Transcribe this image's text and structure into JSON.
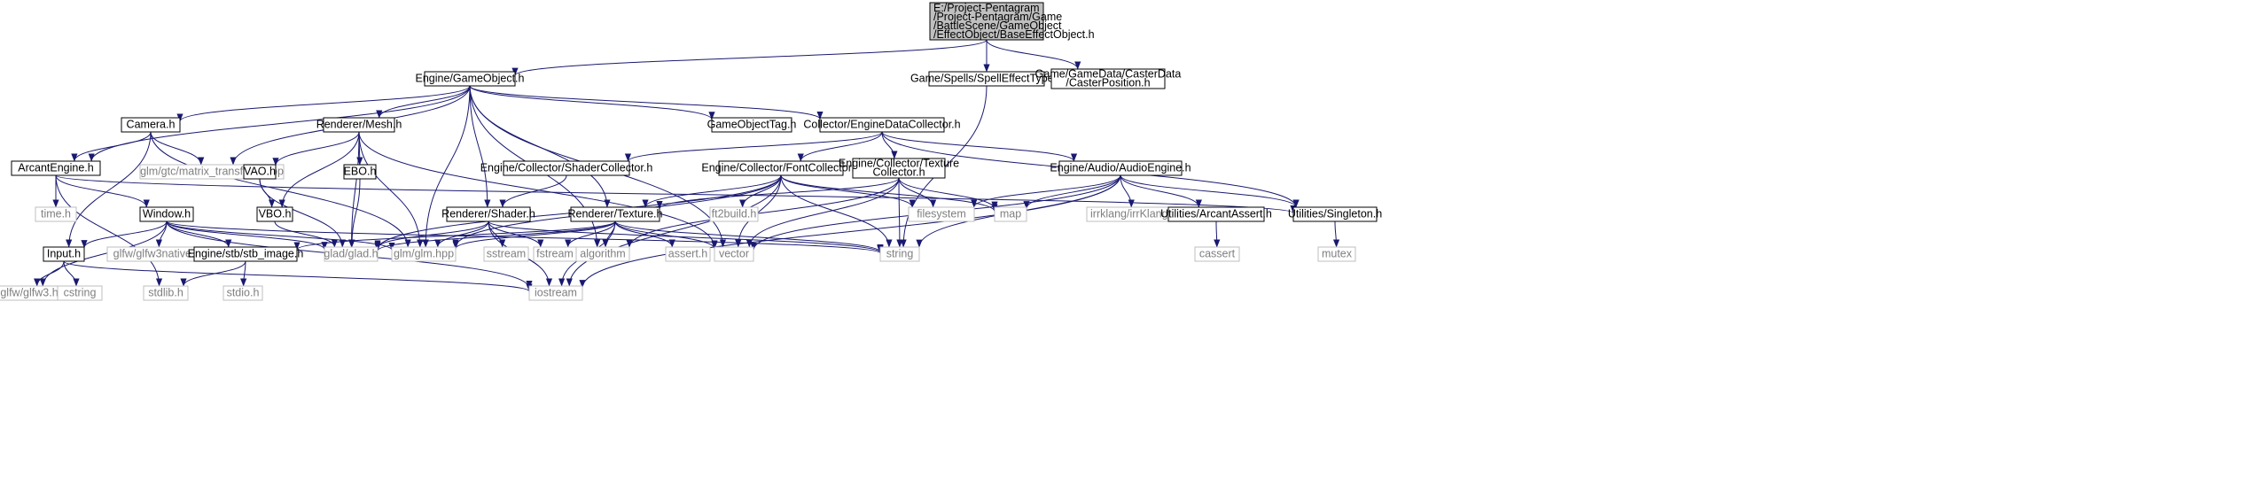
{
  "diagram": {
    "root_label": [
      "E:/Project-Pentagram",
      "/Project-Pentagram/Game",
      "/BattleScene/GameObject",
      "/EffectObject/BaseEffectObject.h"
    ],
    "colors": {
      "root_fill": "#bfbfbf",
      "root_stroke": "#000000",
      "linked_fill": "#ffffff",
      "linked_stroke": "#000000",
      "system_fill": "#ffffff",
      "system_stroke": "#bfbfbf",
      "system_text": "#7f7f7f",
      "text": "#000000",
      "edge": "#191970"
    },
    "nodes": [
      {
        "id": "root",
        "kind": "root",
        "lines": [
          "E:/Project-Pentagram",
          "/Project-Pentagram/Game",
          "/BattleScene/GameObject",
          "/EffectObject/BaseEffectObject.h"
        ]
      },
      {
        "id": "gameobject",
        "kind": "linked",
        "lines": [
          "Engine/GameObject.h"
        ]
      },
      {
        "id": "spelleffecttype",
        "kind": "linked",
        "lines": [
          "Game/Spells/SpellEffectType.h"
        ]
      },
      {
        "id": "casterposition",
        "kind": "linked",
        "lines": [
          "Game/GameData/CasterData",
          "/CasterPosition.h"
        ]
      },
      {
        "id": "camera",
        "kind": "linked",
        "lines": [
          "Camera.h"
        ]
      },
      {
        "id": "mesh",
        "kind": "linked",
        "lines": [
          "Renderer/Mesh.h"
        ]
      },
      {
        "id": "gameobjecttag",
        "kind": "linked",
        "lines": [
          "GameObjectTag.h"
        ]
      },
      {
        "id": "enginedatacollector",
        "kind": "linked",
        "lines": [
          "Collector/EngineDataCollector.h"
        ]
      },
      {
        "id": "arcantengine",
        "kind": "linked",
        "lines": [
          "ArcantEngine.h"
        ]
      },
      {
        "id": "matrixtransform",
        "kind": "system",
        "lines": [
          "glm/gtc/matrix_transform.hpp"
        ]
      },
      {
        "id": "vao",
        "kind": "linked",
        "lines": [
          "VAO.h"
        ]
      },
      {
        "id": "ebo",
        "kind": "linked",
        "lines": [
          "EBO.h"
        ]
      },
      {
        "id": "shadercollector",
        "kind": "linked",
        "lines": [
          "Engine/Collector/ShaderCollector.h"
        ]
      },
      {
        "id": "fontcollector",
        "kind": "linked",
        "lines": [
          "Engine/Collector/FontCollector.h"
        ]
      },
      {
        "id": "texturecollector",
        "kind": "linked",
        "lines": [
          "Engine/Collector/Texture",
          "Collector.h"
        ]
      },
      {
        "id": "audioengine",
        "kind": "linked",
        "lines": [
          "Engine/Audio/AudioEngine.h"
        ]
      },
      {
        "id": "timeh",
        "kind": "system",
        "lines": [
          "time.h"
        ]
      },
      {
        "id": "window",
        "kind": "linked",
        "lines": [
          "Window.h"
        ]
      },
      {
        "id": "vbo",
        "kind": "linked",
        "lines": [
          "VBO.h"
        ]
      },
      {
        "id": "shader",
        "kind": "linked",
        "lines": [
          "Renderer/Shader.h"
        ]
      },
      {
        "id": "texture",
        "kind": "linked",
        "lines": [
          "Renderer/Texture.h"
        ]
      },
      {
        "id": "ft2build",
        "kind": "system",
        "lines": [
          "ft2build.h"
        ]
      },
      {
        "id": "filesystem",
        "kind": "system",
        "lines": [
          "filesystem"
        ]
      },
      {
        "id": "map",
        "kind": "system",
        "lines": [
          "map"
        ]
      },
      {
        "id": "irrklang",
        "kind": "system",
        "lines": [
          "irrklang/irrKlang.h"
        ]
      },
      {
        "id": "arcantassert",
        "kind": "linked",
        "lines": [
          "Utilities/ArcantAssert.h"
        ]
      },
      {
        "id": "singleton",
        "kind": "linked",
        "lines": [
          "Utilities/Singleton.h"
        ]
      },
      {
        "id": "input",
        "kind": "linked",
        "lines": [
          "Input.h"
        ]
      },
      {
        "id": "glfw3native",
        "kind": "system",
        "lines": [
          "glfw/glfw3native.h"
        ]
      },
      {
        "id": "stbimage",
        "kind": "linked",
        "lines": [
          "Engine/stb/stb_image.h"
        ]
      },
      {
        "id": "gladh",
        "kind": "system",
        "lines": [
          "glad/glad.h"
        ]
      },
      {
        "id": "glmhpp",
        "kind": "system",
        "lines": [
          "glm/glm.hpp"
        ]
      },
      {
        "id": "sstream",
        "kind": "system",
        "lines": [
          "sstream"
        ]
      },
      {
        "id": "fstream",
        "kind": "system",
        "lines": [
          "fstream"
        ]
      },
      {
        "id": "algorithm",
        "kind": "system",
        "lines": [
          "algorithm"
        ]
      },
      {
        "id": "asserth",
        "kind": "system",
        "lines": [
          "assert.h"
        ]
      },
      {
        "id": "vector",
        "kind": "system",
        "lines": [
          "vector"
        ]
      },
      {
        "id": "string",
        "kind": "system",
        "lines": [
          "string"
        ]
      },
      {
        "id": "cassert",
        "kind": "system",
        "lines": [
          "cassert"
        ]
      },
      {
        "id": "mutex",
        "kind": "system",
        "lines": [
          "mutex"
        ]
      },
      {
        "id": "glfw3",
        "kind": "system",
        "lines": [
          "glfw/glfw3.h"
        ]
      },
      {
        "id": "cstring",
        "kind": "system",
        "lines": [
          "cstring"
        ]
      },
      {
        "id": "stdlib",
        "kind": "system",
        "lines": [
          "stdlib.h"
        ]
      },
      {
        "id": "stdio",
        "kind": "system",
        "lines": [
          "stdio.h"
        ]
      },
      {
        "id": "iostream",
        "kind": "system",
        "lines": [
          "iostream"
        ]
      }
    ],
    "edges": [
      [
        "root",
        "gameobject"
      ],
      [
        "root",
        "spelleffecttype"
      ],
      [
        "root",
        "casterposition"
      ],
      [
        "gameobject",
        "camera"
      ],
      [
        "gameobject",
        "mesh"
      ],
      [
        "gameobject",
        "gameobjecttag"
      ],
      [
        "gameobject",
        "enginedatacollector"
      ],
      [
        "gameobject",
        "arcantengine"
      ],
      [
        "gameobject",
        "matrixtransform"
      ],
      [
        "gameobject",
        "shader"
      ],
      [
        "gameobject",
        "texture"
      ],
      [
        "gameobject",
        "glmhpp"
      ],
      [
        "gameobject",
        "algorithm"
      ],
      [
        "gameobject",
        "vector"
      ],
      [
        "spelleffecttype",
        "string"
      ],
      [
        "camera",
        "arcantengine"
      ],
      [
        "camera",
        "input"
      ],
      [
        "camera",
        "matrixtransform"
      ],
      [
        "camera",
        "glmhpp"
      ],
      [
        "mesh",
        "vao"
      ],
      [
        "mesh",
        "ebo"
      ],
      [
        "mesh",
        "vbo"
      ],
      [
        "mesh",
        "gladh"
      ],
      [
        "mesh",
        "glmhpp"
      ],
      [
        "mesh",
        "vector"
      ],
      [
        "enginedatacollector",
        "shadercollector"
      ],
      [
        "enginedatacollector",
        "fontcollector"
      ],
      [
        "enginedatacollector",
        "texturecollector"
      ],
      [
        "enginedatacollector",
        "audioengine"
      ],
      [
        "enginedatacollector",
        "singleton"
      ],
      [
        "arcantengine",
        "timeh"
      ],
      [
        "arcantengine",
        "window"
      ],
      [
        "arcantengine",
        "singleton"
      ],
      [
        "arcantengine",
        "stdlib"
      ],
      [
        "vao",
        "vbo"
      ],
      [
        "vao",
        "gladh"
      ],
      [
        "ebo",
        "gladh"
      ],
      [
        "vbo",
        "gladh"
      ],
      [
        "shadercollector",
        "shader"
      ],
      [
        "fontcollector",
        "texture"
      ],
      [
        "fontcollector",
        "ft2build"
      ],
      [
        "fontcollector",
        "map"
      ],
      [
        "fontcollector",
        "filesystem"
      ],
      [
        "fontcollector",
        "gladh"
      ],
      [
        "fontcollector",
        "glmhpp"
      ],
      [
        "fontcollector",
        "vector"
      ],
      [
        "fontcollector",
        "string"
      ],
      [
        "fontcollector",
        "iostream"
      ],
      [
        "texturecollector",
        "texture"
      ],
      [
        "texturecollector",
        "filesystem"
      ],
      [
        "texturecollector",
        "map"
      ],
      [
        "texturecollector",
        "algorithm"
      ],
      [
        "texturecollector",
        "vector"
      ],
      [
        "texturecollector",
        "string"
      ],
      [
        "audioengine",
        "irrklang"
      ],
      [
        "audioengine",
        "arcantassert"
      ],
      [
        "audioengine",
        "singleton"
      ],
      [
        "audioengine",
        "filesystem"
      ],
      [
        "audioengine",
        "map"
      ],
      [
        "audioengine",
        "vector"
      ],
      [
        "audioengine",
        "string"
      ],
      [
        "audioengine",
        "iostream"
      ],
      [
        "window",
        "input"
      ],
      [
        "window",
        "glfw3native"
      ],
      [
        "window",
        "stbimage"
      ],
      [
        "window",
        "gladh"
      ],
      [
        "window",
        "glmhpp"
      ],
      [
        "window",
        "glfw3"
      ],
      [
        "window",
        "iostream"
      ],
      [
        "window",
        "string"
      ],
      [
        "shader",
        "gladh"
      ],
      [
        "shader",
        "glmhpp"
      ],
      [
        "shader",
        "sstream"
      ],
      [
        "shader",
        "fstream"
      ],
      [
        "shader",
        "iostream"
      ],
      [
        "shader",
        "string"
      ],
      [
        "texture",
        "stbimage"
      ],
      [
        "texture",
        "gladh"
      ],
      [
        "texture",
        "glmhpp"
      ],
      [
        "texture",
        "fstream"
      ],
      [
        "texture",
        "algorithm"
      ],
      [
        "texture",
        "asserth"
      ],
      [
        "texture",
        "vector"
      ],
      [
        "texture",
        "iostream"
      ],
      [
        "texture",
        "string"
      ],
      [
        "arcantassert",
        "cassert"
      ],
      [
        "singleton",
        "mutex"
      ],
      [
        "input",
        "glfw3"
      ],
      [
        "input",
        "cstring"
      ],
      [
        "input",
        "iostream"
      ],
      [
        "stbimage",
        "stdlib"
      ],
      [
        "stbimage",
        "stdio"
      ]
    ]
  }
}
